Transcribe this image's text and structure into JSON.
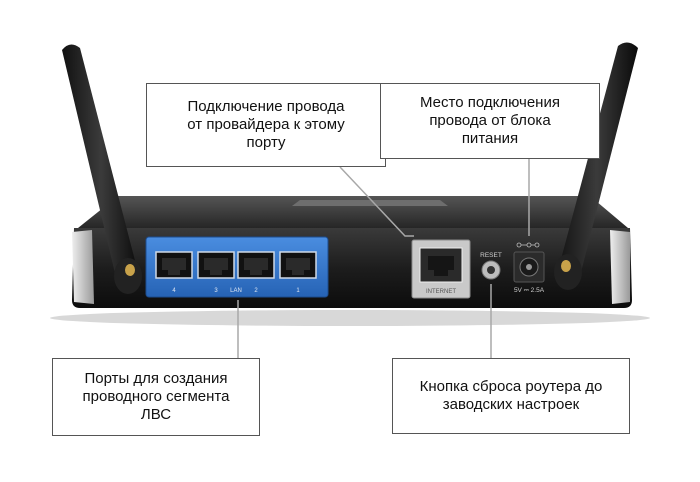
{
  "callouts": {
    "isp": {
      "lines": [
        "Подключение провода",
        "от провайдера к этому",
        "порту"
      ]
    },
    "power": {
      "lines": [
        "Место подключения",
        "провода от блока",
        "питания"
      ]
    },
    "lan": {
      "lines": [
        "Порты для создания",
        "проводного сегмента",
        "ЛВС"
      ]
    },
    "reset": {
      "lines": [
        "Кнопка сброса роутера до",
        "заводских настроек"
      ]
    }
  },
  "router": {
    "port_numbers": [
      "4",
      "3",
      "2",
      "1"
    ],
    "lan_label": "LAN",
    "internet_label": "INTERNET",
    "reset_label": "RESET",
    "power_label": "5V ⎓ 2.5A"
  },
  "colors": {
    "lan_panel": "#2f74c9",
    "router_body": "#1c1c1c",
    "internet_panel": "#c9c9c9"
  }
}
